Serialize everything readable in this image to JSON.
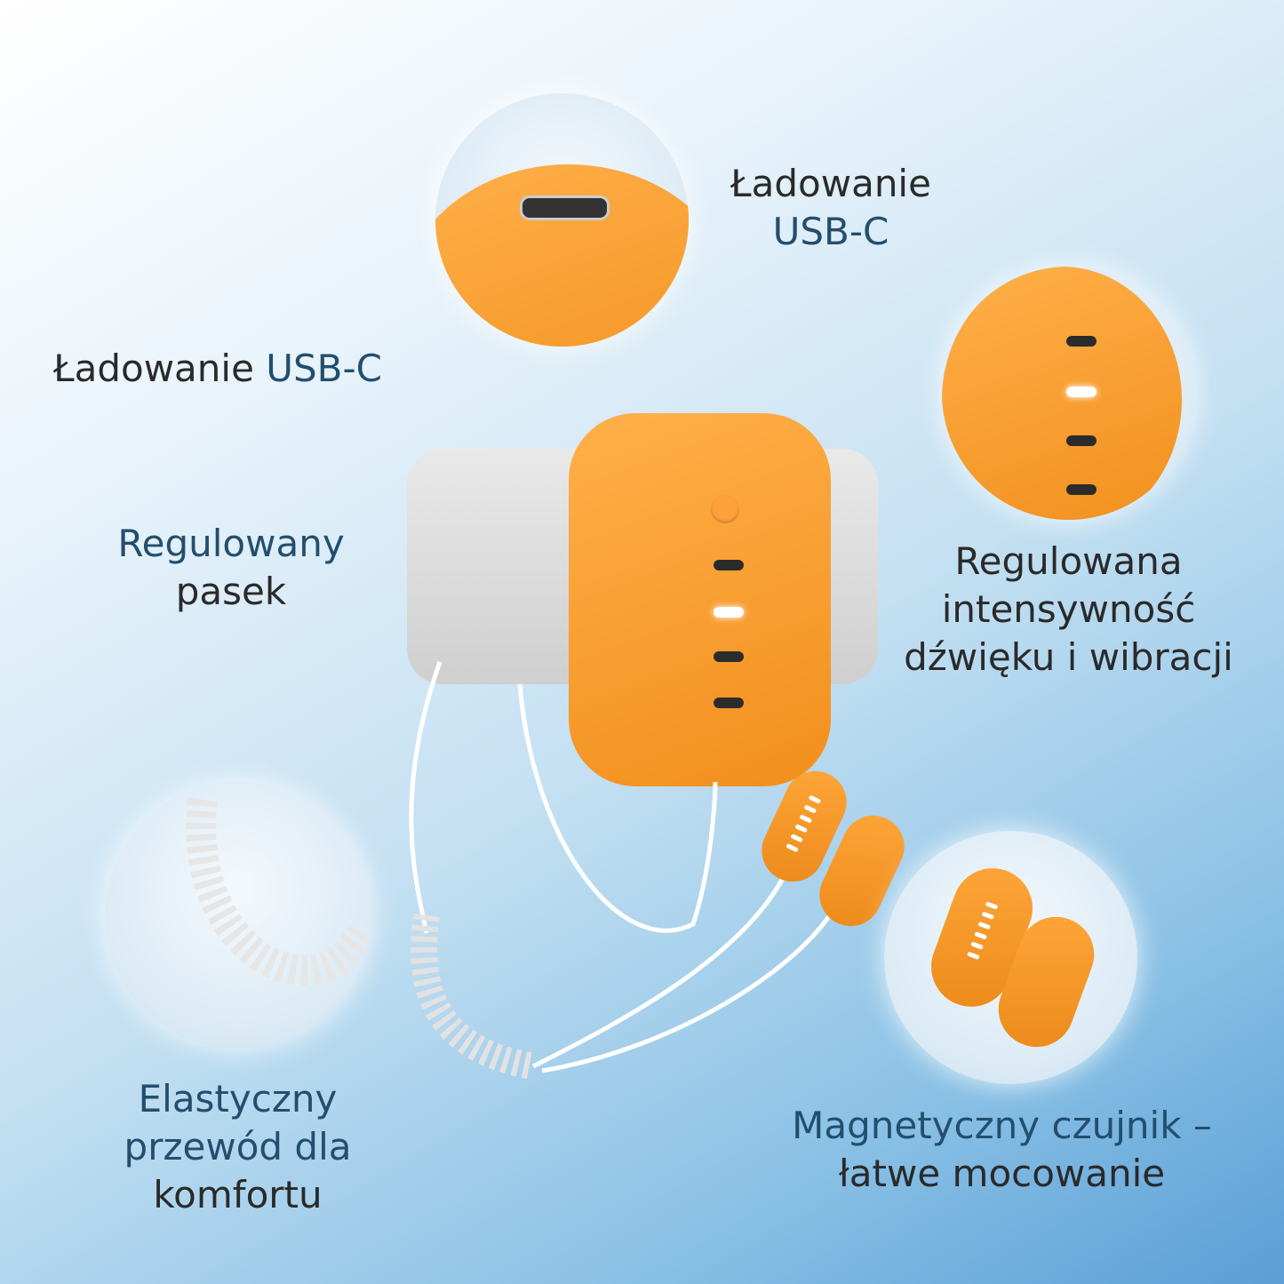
{
  "labels": {
    "usb_top": {
      "line1": "Ładowanie",
      "line2": "USB-C"
    },
    "usb_left": {
      "word1": "Ładowanie",
      "word2": "USB-C"
    },
    "strap": {
      "line1": "Regulowany",
      "line2": "pasek"
    },
    "intensity": {
      "line1": "Regulowana",
      "line2": "intensywność",
      "line3": "dźwięku i wibracji"
    },
    "cable": {
      "line1": "Elastyczny",
      "line2": "przewód dla",
      "line3": "komfortu"
    },
    "sensor": {
      "line1": "Magnetyczny czujnik –",
      "line2": "łatwe mocowanie"
    }
  },
  "colors": {
    "device": "#f5951f",
    "text_dark": "#2a2a2a",
    "text_blue": "#234e6e"
  },
  "device_indicators": [
    "battery-icon",
    "sound-plus-vibration-icon",
    "sound-icon",
    "vibration-icon"
  ],
  "active_mode": "sound-plus-vibration"
}
